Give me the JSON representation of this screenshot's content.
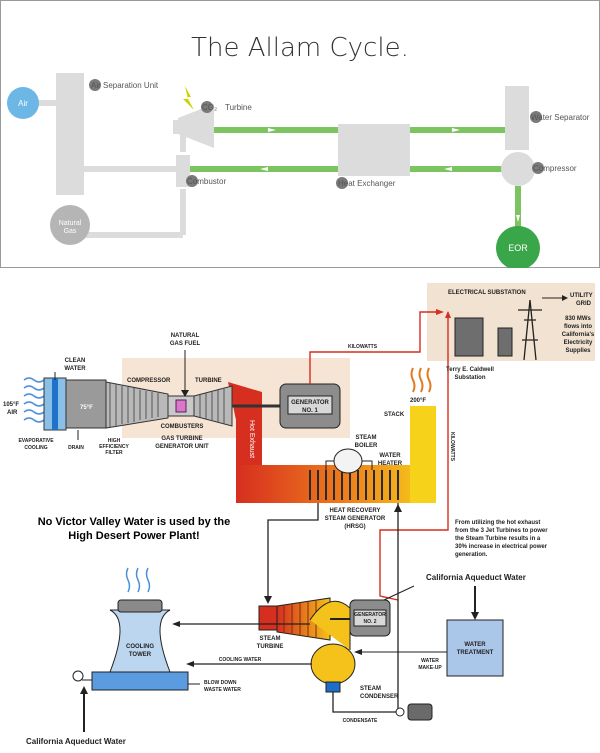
{
  "top": {
    "title": "The Allam Cycle.",
    "labels": {
      "air": "Air",
      "asu": "Air Separation Unit",
      "co2": "CO₂",
      "turbine": "Turbine",
      "water_sep": "Water Separator",
      "compressor": "Compressor",
      "combustor": "Combustor",
      "heat_exchanger": "Heat Exchanger",
      "natural_gas_1": "Natural",
      "natural_gas_2": "Gas",
      "eor": "EOR"
    },
    "colors": {
      "green": "#7cc45f",
      "grey": "#dcdcdc",
      "blue": "#6cb7e6",
      "eor": "#3aa64a",
      "spark": "#c9d400"
    }
  },
  "plant": {
    "natural_gas_fuel_1": "NATURAL",
    "natural_gas_fuel_2": "GAS FUEL",
    "clean_water_1": "CLEAN",
    "clean_water_2": "WATER",
    "air_temp": "105°F",
    "air": "AIR",
    "inlet_temp": "75°F",
    "compressor": "COMPRESSOR",
    "turbine": "TURBINE",
    "combusters": "COMBUSTERS",
    "gt_unit_1": "GAS TURBINE",
    "gt_unit_2": "GENERATOR UNIT",
    "evap_1": "EVAPORATIVE",
    "evap_2": "COOLING",
    "drain": "DRAIN",
    "filter_1": "HIGH",
    "filter_2": "EFFICIENCY",
    "filter_3": "FILTER",
    "generator1_1": "GENERATOR",
    "generator1_2": "NO. 1",
    "kilowatts_1": "KILOWATTS",
    "kilowatts_2": "KILOWATTS",
    "substation": "ELECTRICAL SUBSTATION",
    "utility_1": "UTILITY",
    "utility_2": "GRID",
    "flows_1": "830 MWs",
    "flows_2": "flows into",
    "flows_3": "California's",
    "flows_4": "Electricity",
    "flows_5": "Supplies",
    "caldwell_1": "Terry E. Caldwell",
    "caldwell_2": "Substation",
    "stack": "STACK",
    "stack_temp": "200°F",
    "hot_exhaust": "Hot Exhaust",
    "steam_boiler_1": "STEAM",
    "steam_boiler_2": "BOILER",
    "water_heater_1": "WATER",
    "water_heater_2": "HEATER",
    "hrsg_1": "HEAT RECOVERY",
    "hrsg_2": "STEAM GENERATOR",
    "hrsg_3": "(HRSG)",
    "no_water_1": "No Victor Valley Water is used by the",
    "no_water_2": "High Desert Power Plant!",
    "note_1": "From utilizing the hot exhaust",
    "note_2": "from the 3 Jet Turbines to power",
    "note_3": "the Steam Turbine results in a",
    "note_4": "30% increase in electrical power",
    "note_5": "generation.",
    "aqueduct_right": "California Aqueduct Water",
    "aqueduct_left": "California Aqueduct Water",
    "generator2_1": "GENERATOR",
    "generator2_2": "NO. 2",
    "water_treatment_1": "WATER",
    "water_treatment_2": "TREATMENT",
    "water_makeup_1": "WATER",
    "water_makeup_2": "MAKE-UP",
    "steam_turbine_1": "STEAM",
    "steam_turbine_2": "TURBINE",
    "cooling_tower_1": "COOLING",
    "cooling_tower_2": "TOWER",
    "cooling_water": "COOLING WATER",
    "steam_condenser_1": "STEAM",
    "steam_condenser_2": "CONDENSER",
    "condensate": "CONDENSATE",
    "blow_down_1": "BLOW DOWN",
    "blow_down_2": "WASTE WATER"
  }
}
